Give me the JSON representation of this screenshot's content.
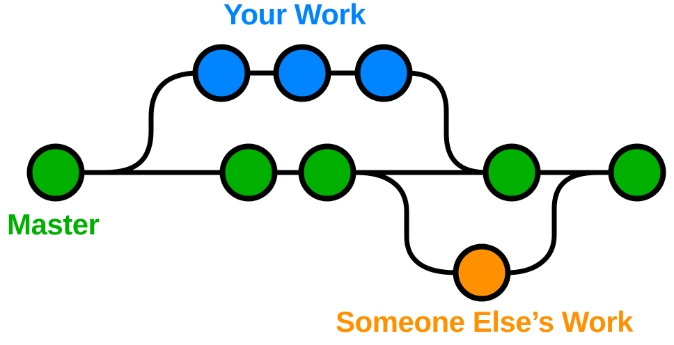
{
  "labels": {
    "your_work": "Your Work",
    "master": "Master",
    "someone_else": "Someone Else’s Work"
  },
  "colors": {
    "master_green": "#00B000",
    "your_work_blue": "#0084FF",
    "someone_orange": "#FF9100",
    "line_black": "#000000",
    "background": "#FFFFFF"
  },
  "branches": [
    {
      "name": "master",
      "label": "Master",
      "color": "#00B000",
      "commit_count": 5
    },
    {
      "name": "your-work",
      "label": "Your Work",
      "color": "#0084FF",
      "commit_count": 3,
      "relation": "branches off master after commit 1, merges back before commit 4"
    },
    {
      "name": "someone-elses-work",
      "label": "Someone Else’s Work",
      "color": "#FF9100",
      "commit_count": 1,
      "relation": "branches off master after commit 3, merges back before commit 5"
    }
  ]
}
